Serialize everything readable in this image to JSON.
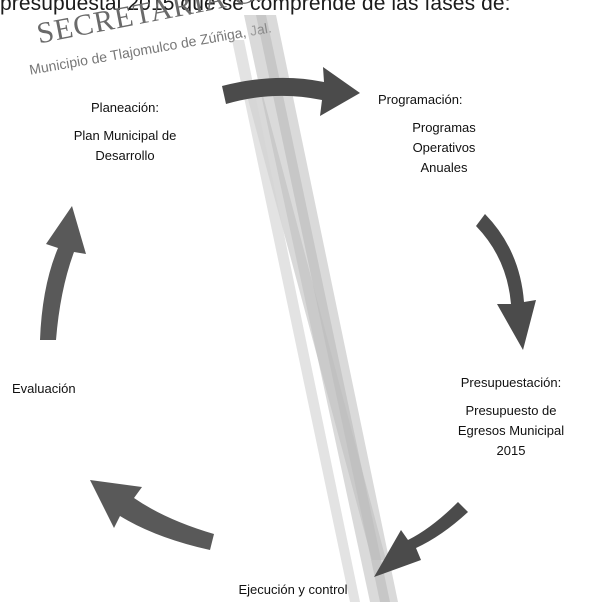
{
  "document": {
    "top_line": "presupuestal 2015 que se comprende de las fases de:",
    "stamp": {
      "title": "SECRETARÍA GENERAL",
      "subtitle": "Municipio de Tlajomulco de Zúñiga, Jal."
    }
  },
  "cycle": {
    "planeacion": {
      "heading": "Planeación:",
      "detail": "Plan Municipal de\nDesarrollo"
    },
    "programacion": {
      "heading": "Programación:",
      "detail": "Programas\nOperativos\nAnuales"
    },
    "presupuestacion": {
      "heading": "Presupuestación:",
      "detail": "Presupuesto de\nEgresos Municipal\n2015"
    },
    "ejecucion": {
      "heading": "Ejecución y control"
    },
    "evaluacion": {
      "heading": "Evaluación"
    }
  },
  "colors": {
    "arrow": "#4b4b4b",
    "text": "#111111",
    "stamp": "#6a6a6a"
  }
}
